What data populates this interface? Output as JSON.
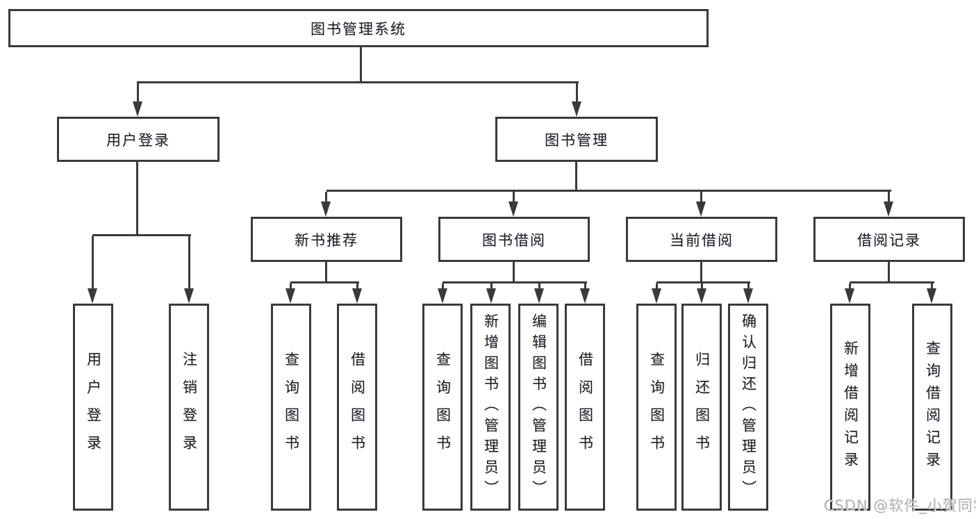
{
  "diagram": {
    "root": {
      "label": "图书管理系统"
    },
    "level2": [
      {
        "label": "用户登录"
      },
      {
        "label": "图书管理"
      }
    ],
    "level3": [
      {
        "label": "新书推荐"
      },
      {
        "label": "图书借阅"
      },
      {
        "label": "当前借阅"
      },
      {
        "label": "借阅记录"
      }
    ],
    "leaves": {
      "user_login": [
        {
          "label": "用户登录"
        },
        {
          "label": "注销登录"
        }
      ],
      "new_book": [
        {
          "label": "查询图书"
        },
        {
          "label": "借阅图书"
        }
      ],
      "book_borrow": [
        {
          "label": "查询图书"
        },
        {
          "label": "新增图书（管理员）"
        },
        {
          "label": "编辑图书（管理员）"
        },
        {
          "label": "借阅图书"
        }
      ],
      "current_borrow": [
        {
          "label": "查询图书"
        },
        {
          "label": "归还图书"
        },
        {
          "label": "确认归还（管理员）"
        }
      ],
      "borrow_record": [
        {
          "label": "新增借阅记录"
        },
        {
          "label": "查询借阅记录"
        }
      ]
    },
    "watermark": "CSDN @软件_小贺同学",
    "colors": {
      "line": "#3a3a3a",
      "text": "#1c1c1c",
      "watermark": "#b4b4b4",
      "background": "#ffffff"
    }
  }
}
